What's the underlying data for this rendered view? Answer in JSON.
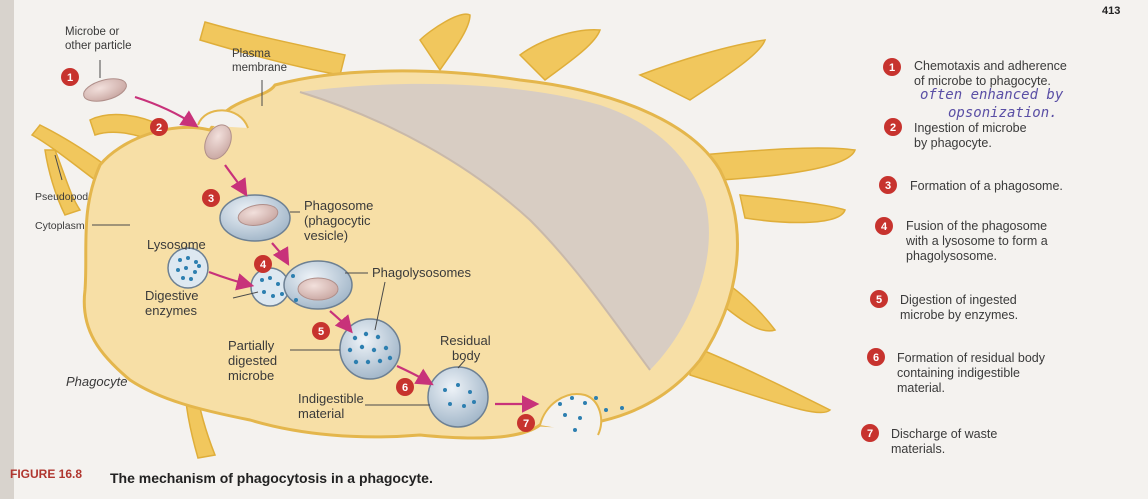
{
  "page_number": "413",
  "figure_label": "FIGURE 16.8",
  "caption": "The mechanism of phagocytosis in a phagocyte.",
  "labels": {
    "microbe_line1": "Microbe or",
    "microbe_line2": "other particle",
    "plasma_line1": "Plasma",
    "plasma_line2": "membrane",
    "pseudopod": "Pseudopod",
    "cytoplasm": "Cytoplasm",
    "phagosome_line1": "Phagosome",
    "phagosome_line2": "(phagocytic",
    "phagosome_line3": "vesicle)",
    "lysosome": "Lysosome",
    "digestive_line1": "Digestive",
    "digestive_line2": "enzymes",
    "phagolysosomes": "Phagolysosomes",
    "partially_line1": "Partially",
    "partially_line2": "digested",
    "partially_line3": "microbe",
    "residual_line1": "Residual",
    "residual_line2": "body",
    "indigestible_line1": "Indigestible",
    "indigestible_line2": "material",
    "phagocyte": "Phagocyte"
  },
  "diagram_numbers": [
    "1",
    "2",
    "3",
    "4",
    "5",
    "6",
    "7"
  ],
  "steps": [
    {
      "num": "1",
      "line1": "Chemotaxis and adherence",
      "line2": "of microbe to phagocyte.",
      "line3": ""
    },
    {
      "num": "2",
      "line1": "Ingestion of microbe",
      "line2": "by phagocyte.",
      "line3": ""
    },
    {
      "num": "3",
      "line1": "Formation of a phagosome.",
      "line2": "",
      "line3": ""
    },
    {
      "num": "4",
      "line1": "Fusion of the phagosome",
      "line2": "with a lysosome to form a",
      "line3": "phagolysosome."
    },
    {
      "num": "5",
      "line1": "Digestion of ingested",
      "line2": "microbe by enzymes.",
      "line3": ""
    },
    {
      "num": "6",
      "line1": "Formation of residual body",
      "line2": "containing indigestible",
      "line3": "material."
    },
    {
      "num": "7",
      "line1": "Discharge of waste",
      "line2": "materials.",
      "line3": ""
    }
  ],
  "handwriting": {
    "line1": "often enhanced by",
    "line2": "opsonization."
  },
  "colors": {
    "cell_fill": "#f7dfa6",
    "cell_edge": "#e8b84a",
    "pseudopod": "#efc45c",
    "interior_shadow": "#d9cfc4",
    "marker": "#c7332e",
    "arrow": "#c8327a",
    "vesicle": "#b9c9d8",
    "dots": "#2d7fb0"
  }
}
